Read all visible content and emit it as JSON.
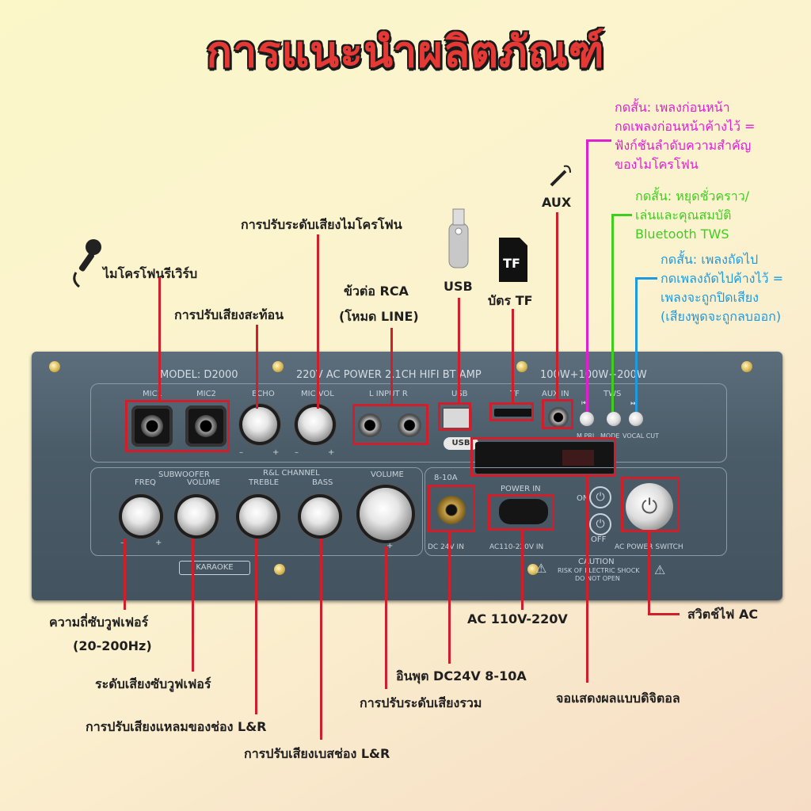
{
  "title": "การแนะนำผลิตภัณฑ์",
  "colors": {
    "title": "#e53935",
    "leader": "#d01f2a",
    "magenta": "#e020d0",
    "green": "#3ecf1e",
    "blue": "#1e9ae0",
    "panel": "#4b5c69"
  },
  "icons": [
    "microphone-icon",
    "usb-drive-icon",
    "tf-card-icon",
    "aux-cable-icon",
    "power-icon",
    "warning-icon"
  ],
  "labels": {
    "mic_reverb": "ไมโครโฟนรีเวิร์บ",
    "echo": "การปรับเสียงสะท้อน",
    "mic_vol": "การปรับระดับเสียงไมโครโฟน",
    "rca_1": "ข้วต่อ RCA",
    "rca_2": "(โหมด LINE)",
    "usb": "USB",
    "tf": "บัตร TF",
    "aux": "AUX",
    "sub_freq_1": "ความถี่ซับวูฟเฟอร์",
    "sub_freq_2": "(20-200Hz)",
    "sub_vol": "ระดับเสียงซับวูฟเฟอร์",
    "treble": "การปรับเสียงแหลมของช่อง L&R",
    "bass": "การปรับเสียงเบสช่อง L&R",
    "dc_input": "อินพุต DC24V 8-10A",
    "volume": "การปรับระดับเสียงรวม",
    "ac_in": "AC 110V-220V",
    "display": "จอแสดงผลแบบดิจิตอล",
    "ac_switch": "สวิตช์ไฟ AC"
  },
  "notes": {
    "prev": [
      "กดสั้น: เพลงก่อนหน้า",
      "กดเพลงก่อนหน้าค้างไว้ =",
      "ฟังก์ชันลำดับความสำคัญ",
      "ของไมโครโฟน"
    ],
    "mode": [
      "กดสั้น: หยุดชั่วคราว/",
      "เล่นและคุณสมบัติ",
      "Bluetooth TWS"
    ],
    "next": [
      "กดสั้น: เพลงถัดไป",
      "กดเพลงถัดไปค้างไว้ =",
      "เพลงจะถูกปิดเสียง",
      "(เสียงพูดจะถูกลบออก)"
    ]
  },
  "panel": {
    "model": "MODEL: D2000",
    "power": "220V AC POWER 2.1CH HIFI BT AMP",
    "watt": "100W+100W+200W",
    "mic1": "MIC1",
    "mic2": "MIC2",
    "echo": "ECHO",
    "mic_vol": "MIC VOL",
    "input": "L  INPUT  R",
    "usb": "USB",
    "tf": "TF",
    "aux_in": "AUX IN",
    "tws": "TWS",
    "m_pri": "M.PRI",
    "mode": "MODE",
    "vocal_cut": "VOCAL CUT",
    "subwoofer": "SUBWOOFER",
    "freq": "FREQ",
    "sub_volume": "VOLUME",
    "rl_channel": "R&L CHANNEL",
    "treble": "TREBLE",
    "bass": "BASS",
    "volume": "VOLUME",
    "v810": "8-10A",
    "power_in": "POWER IN",
    "dc24": "DC 24V IN",
    "ac110": "AC110-220V IN",
    "on": "ON",
    "off": "OFF",
    "ac_switch": "AC POWER SWITCH",
    "karaoke": "KARAOKE",
    "caution": "CAUTION",
    "caution_2": "RISK OF ELECTRIC SHOCK",
    "caution_3": "DO NOT OPEN",
    "usb_logo": "USB",
    "minus": "–",
    "plus": "+"
  }
}
